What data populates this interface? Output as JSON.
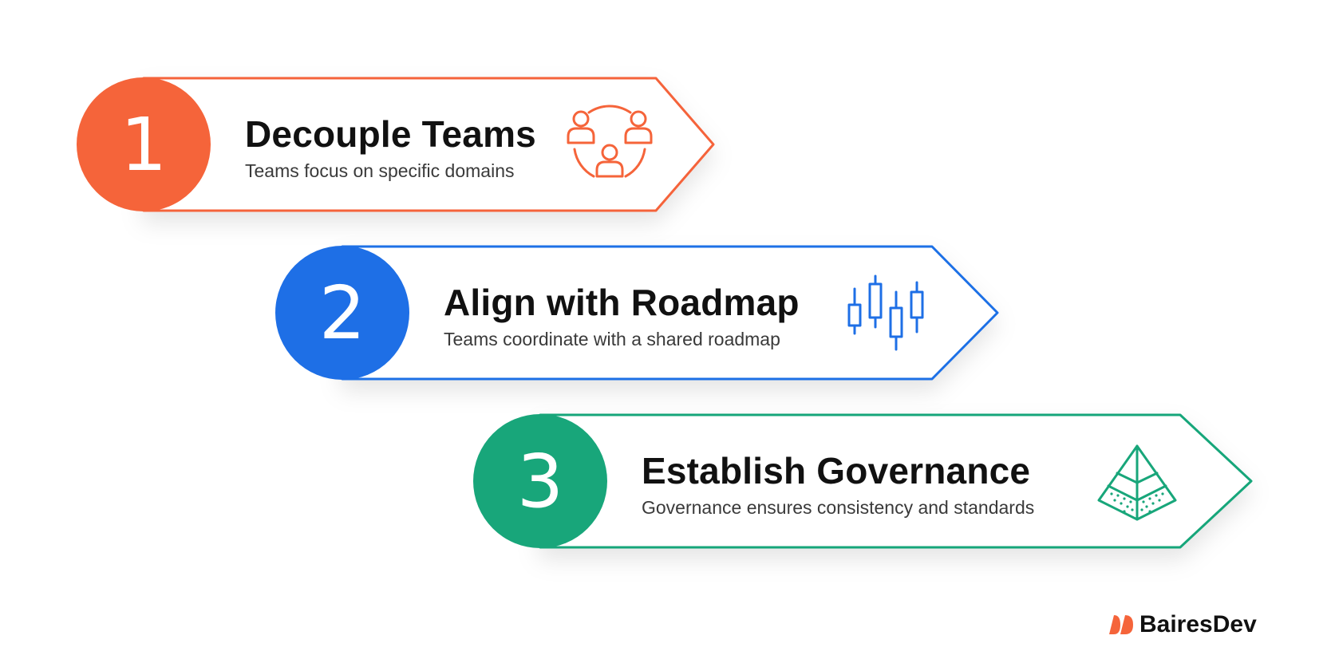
{
  "steps": [
    {
      "number": "1",
      "title": "Decouple Teams",
      "subtitle": "Teams focus on specific domains",
      "color": "#F5643A",
      "icon": "team-circle-icon"
    },
    {
      "number": "2",
      "title": "Align with Roadmap",
      "subtitle": "Teams coordinate with a shared roadmap",
      "color": "#1E6FE6",
      "icon": "candlestick-chart-icon"
    },
    {
      "number": "3",
      "title": "Establish Governance",
      "subtitle": "Governance ensures consistency and standards",
      "color": "#18A67A",
      "icon": "pyramid-icon"
    }
  ],
  "brand": {
    "name": "BairesDev",
    "color": "#F5643A"
  }
}
